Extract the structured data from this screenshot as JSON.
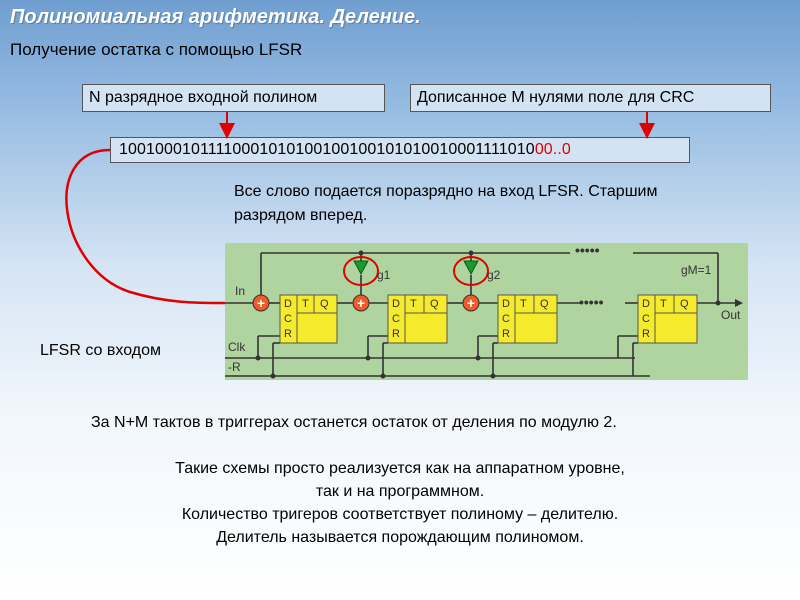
{
  "slide": {
    "title": "Полиномиальная арифметика. Деление.",
    "subtitle": "Получение остатка с помощью LFSR"
  },
  "boxes": {
    "input_poly": "N разрядное входной полином",
    "appended_field": "Дописанное М нулями поле для CRC"
  },
  "bit_string": {
    "data_bits": "10010001011110001010100100100101010010001111010",
    "appended_zeros": "00..0"
  },
  "text": {
    "word_line1": "Все слово подается поразрядно на вход LFSR. Старшим",
    "word_line2": "разрядом вперед.",
    "lfsr_label": "LFSR со входом",
    "after_text": "За N+M тактов в триггерах останется остаток от деления по модулю 2.",
    "bottom_lines": [
      "Такие схемы просто реализуется как на аппаратном уровне,",
      "так и на программном.",
      "Количество тригеров соответствует полиному – делителю.",
      "Делитель называется порождающим полиномом."
    ]
  },
  "circuit": {
    "in_label": "In",
    "out_label": "Out",
    "clk_label": "Clk",
    "reset_label": "-R",
    "tap_labels": [
      "g1",
      "g2",
      "gM=1"
    ],
    "ellipsis": "•••••",
    "flipflop": {
      "d": "D",
      "c": "C",
      "r": "R",
      "t": "T",
      "q": "Q"
    },
    "xor_symbol": "+",
    "colors": {
      "background": "#b0d4a0",
      "flipflop": "#f5eb2c",
      "xor": "#f05a28",
      "tap": "#1a9a2a",
      "highlight": "#e00000",
      "link": "#e00000"
    }
  }
}
